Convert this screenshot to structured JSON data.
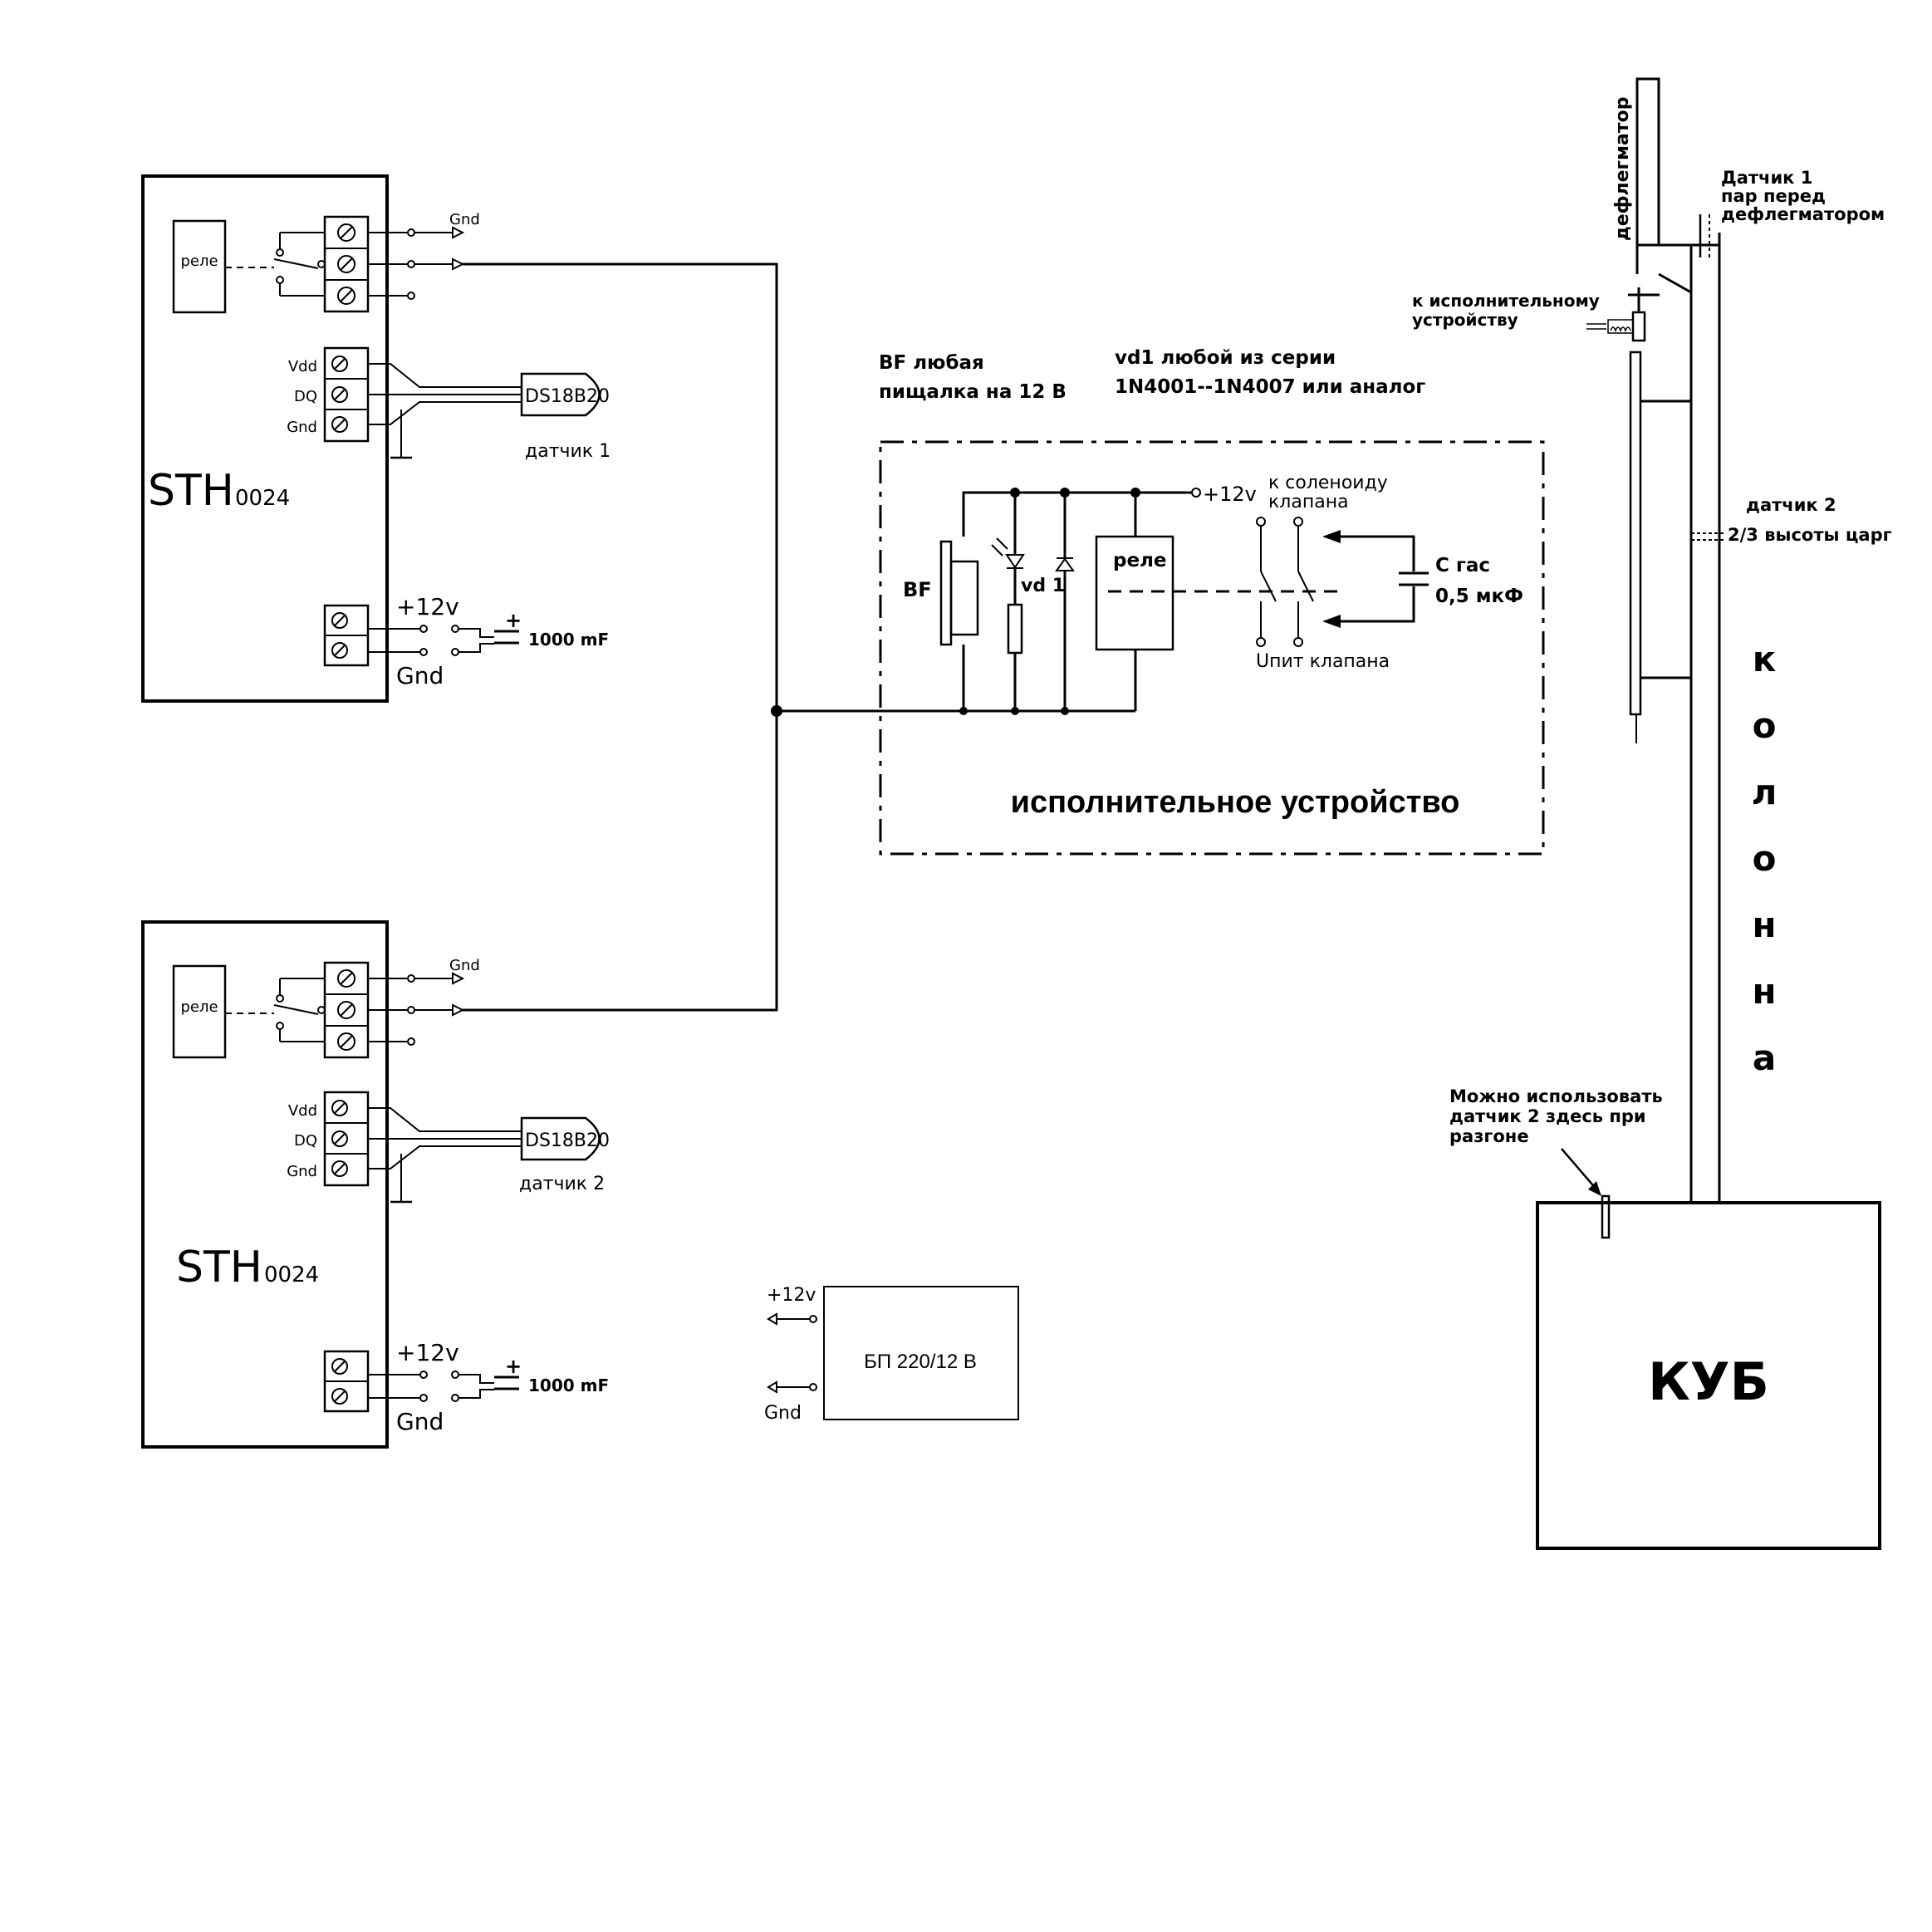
{
  "controller_1": {
    "model": "STH",
    "model_suffix": "0024",
    "relay_label": "реле",
    "vdd_label": "Vdd",
    "dq_label": "DQ",
    "gnd_label": "Gnd",
    "sensor_chip": "DS18B20",
    "sensor_caption": "датчик 1",
    "out_gnd_label": "Gnd",
    "power_plus_label": "+12v",
    "power_gnd_label": "Gnd",
    "capacitor_label": "1000 mF",
    "capacitor_polarity": "+"
  },
  "controller_2": {
    "model": "STH",
    "model_suffix": "0024",
    "relay_label": "реле",
    "vdd_label": "Vdd",
    "dq_label": "DQ",
    "gnd_label": "Gnd",
    "sensor_chip": "DS18B20",
    "sensor_caption": "датчик 2",
    "out_gnd_label": "Gnd",
    "power_plus_label": "+12v",
    "power_gnd_label": "Gnd",
    "capacitor_label": "1000 mF",
    "capacitor_polarity": "+"
  },
  "notes": {
    "bf_line1": "BF любая",
    "bf_line2": "пищалка на 12 В",
    "vd1_line1": "vd1 любой из серии",
    "vd1_line2": "1N4001--1N4007 или аналог"
  },
  "actuator": {
    "title": "исполнительное устройство",
    "bf_label": "BF",
    "vd_label": "vd 1",
    "relay_label": "реле",
    "plus12_label": "+12v",
    "solenoid_line1": "к соленоиду",
    "solenoid_line2": "клапана",
    "supply_label": "Uпит клапана",
    "cap_line1": "С гас",
    "cap_line2": "0,5 мкФ"
  },
  "psu": {
    "label": "БП 220/12 В",
    "plus_label": "+12v",
    "gnd_label": "Gnd"
  },
  "column": {
    "dephlegmator_label": "дефлегматор",
    "sensor1_line1": "Датчик 1",
    "sensor1_line2": "пар перед",
    "sensor1_line3": "дефлегматором",
    "actuator_line1": "к исполнительному",
    "actuator_line2": "устройству",
    "sensor2_line1": "датчик 2",
    "sensor2_line2": "2/3 высоты царг",
    "column_letters": [
      "к",
      "о",
      "л",
      "о",
      "н",
      "н",
      "а"
    ],
    "note_line1": "Можно использовать",
    "note_line2": "датчик 2 здесь при",
    "note_line3": "разгоне",
    "kub_label": "КУБ"
  }
}
